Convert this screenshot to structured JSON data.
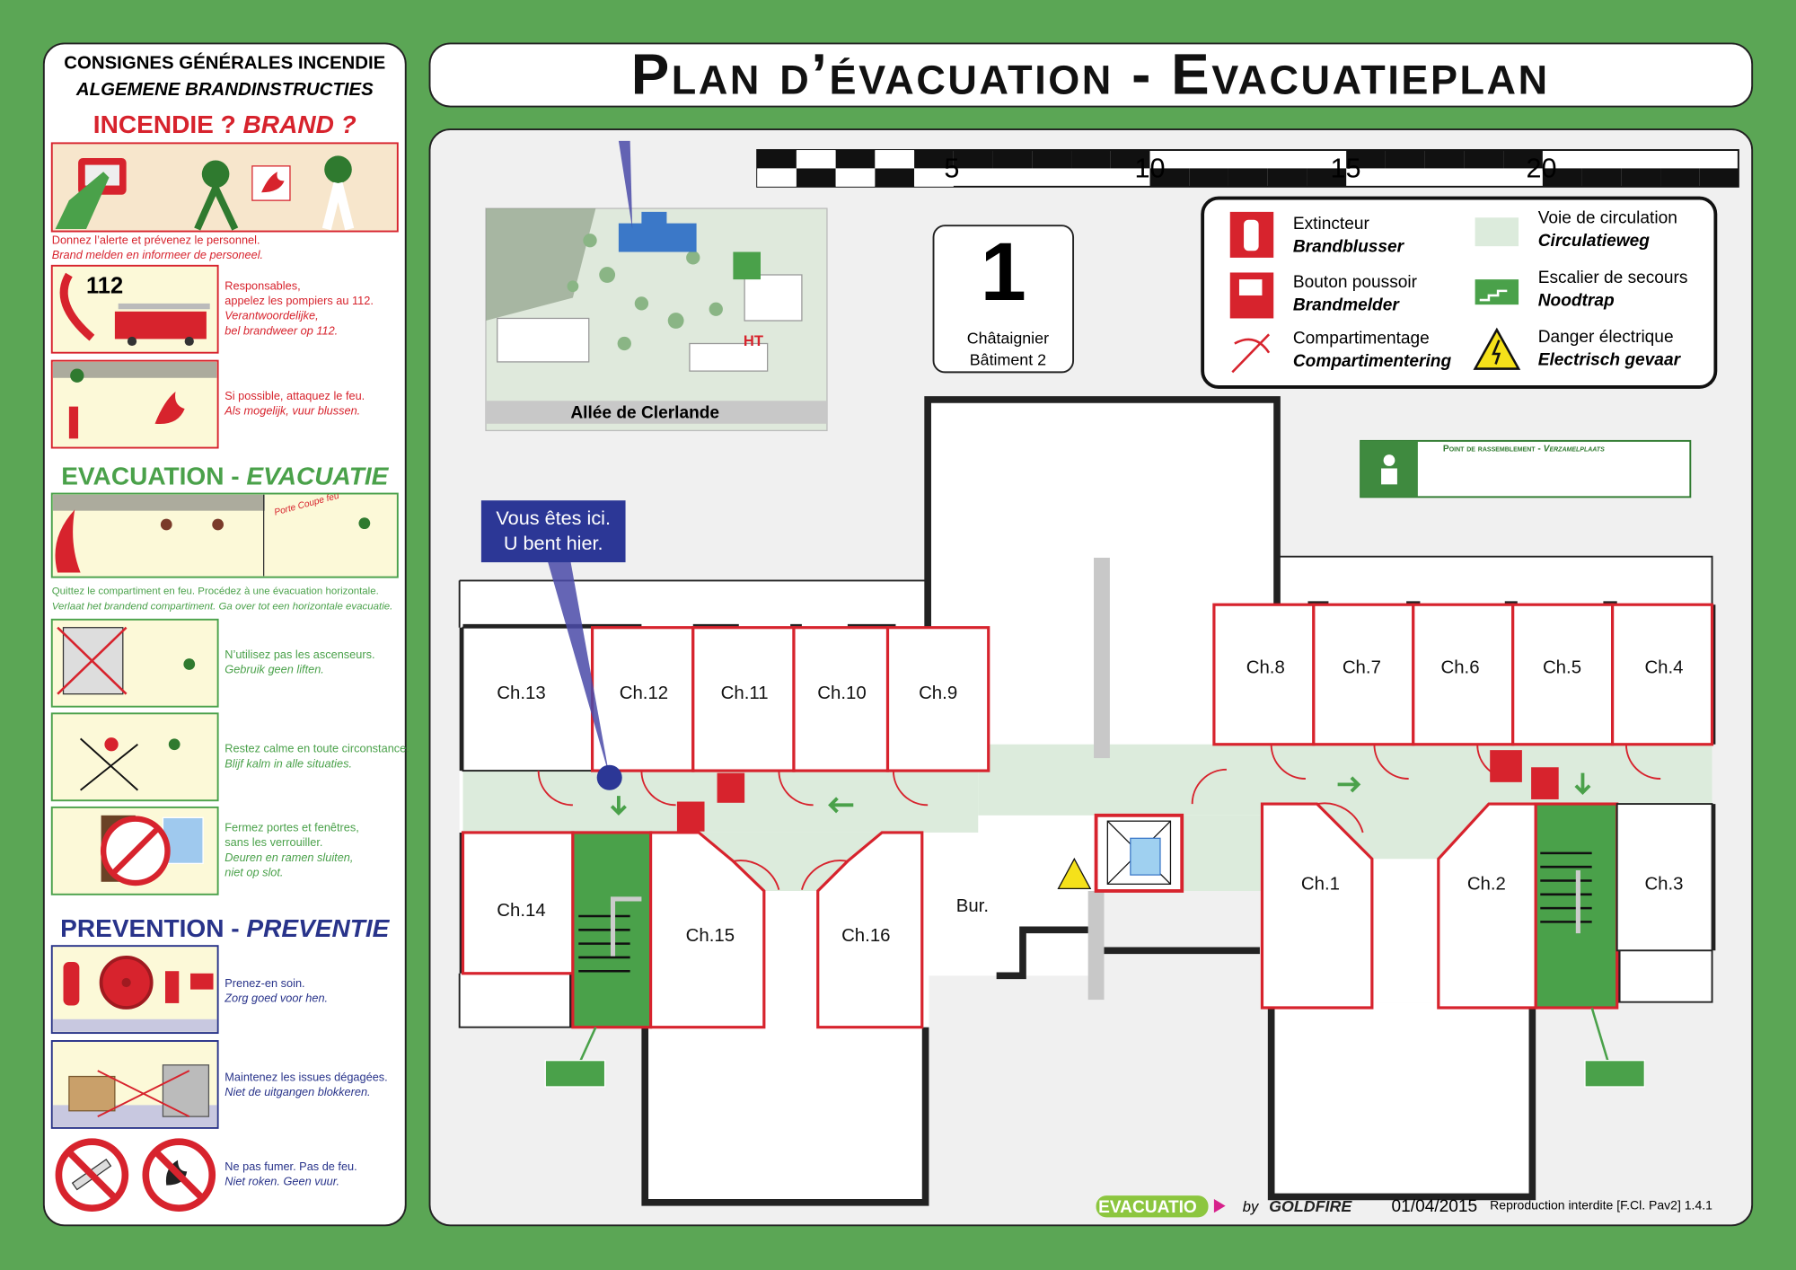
{
  "left_panel": {
    "heading_fr": "CONSIGNES GÉNÉRALES INCENDIE",
    "heading_nl": "ALGEMENE BRANDINSTRUCTIES",
    "fire": {
      "title_fr": "INCENDIE ?",
      "title_nl": "BRAND ?",
      "steps": [
        {
          "fr": "Donnez l’alerte et prévenez le personnel.",
          "nl": "Brand melden en informeer de personeel."
        },
        {
          "fr": "Responsables,",
          "fr2": "appelez les pompiers au 112.",
          "nl": "Verantwoordelijke,",
          "nl2": "bel brandweer op 112.",
          "number": "112"
        },
        {
          "fr": "Si possible, attaquez le feu.",
          "nl": "Als mogelijk, vuur blussen."
        }
      ]
    },
    "evacuation": {
      "title_fr": "EVACUATION -",
      "title_nl": "EVACUATIE",
      "door_label": "Porte Coupe feu",
      "steps": [
        {
          "fr": "Quittez le compartiment en feu. Procédez à une évacuation horizontale.",
          "nl": "Verlaat het brandend compartiment. Ga over tot een horizontale evacuatie."
        },
        {
          "fr": "N’utilisez pas les ascenseurs.",
          "nl": "Gebruik geen liften."
        },
        {
          "fr": "Restez calme en toute circonstance.",
          "nl": "Blijf kalm in alle situaties."
        },
        {
          "fr": "Fermez portes et fenêtres,",
          "fr2": "sans les verrouiller.",
          "nl": "Deuren en ramen sluiten,",
          "nl2": "niet op slot."
        }
      ]
    },
    "prevention": {
      "title_fr": "PREVENTION -",
      "title_nl": "PREVENTIE",
      "steps": [
        {
          "fr": "Prenez-en soin.",
          "nl": "Zorg goed voor hen."
        },
        {
          "fr": "Maintenez les issues dégagées.",
          "nl": "Niet de uitgangen blokkeren."
        },
        {
          "fr": "Ne pas fumer. Pas de feu.",
          "nl": "Niet roken. Geen vuur."
        }
      ]
    }
  },
  "title": "Plan d’évacuation - Evacuatieplan",
  "scale_bar": {
    "ticks": [
      "5",
      "10",
      "15",
      "20"
    ]
  },
  "site_map": {
    "street": "Allée de Clerlande",
    "ht_label": "HT"
  },
  "building": {
    "number": "1",
    "name": "Châtaignier",
    "sub": "Bâtiment 2"
  },
  "legend": [
    {
      "icon": "fire-extinguisher-icon",
      "fr": "Extincteur",
      "nl": "Brandblusser"
    },
    {
      "icon": "fire-alarm-button-icon",
      "fr": "Bouton poussoir",
      "nl": "Brandmelder"
    },
    {
      "icon": "fire-compartment-icon",
      "fr": "Compartimentage",
      "nl": "Compartimentering"
    },
    {
      "icon": "circulation-route-icon",
      "fr": "Voie de circulation",
      "nl": "Circulatieweg"
    },
    {
      "icon": "emergency-stair-icon",
      "fr": "Escalier de secours",
      "nl": "Noodtrap"
    },
    {
      "icon": "electrical-danger-icon",
      "fr": "Danger électrique",
      "nl": "Electrisch gevaar"
    }
  ],
  "assembly_point": {
    "fr": "Point de rassemblement -",
    "nl": "Verzamelplaats"
  },
  "you_are_here": {
    "fr": "Vous êtes ici.",
    "nl": "U bent hier."
  },
  "rooms": {
    "ch13": "Ch.13",
    "ch12": "Ch.12",
    "ch11": "Ch.11",
    "ch10": "Ch.10",
    "ch9": "Ch.9",
    "ch8": "Ch.8",
    "ch7": "Ch.7",
    "ch6": "Ch.6",
    "ch5": "Ch.5",
    "ch4": "Ch.4",
    "ch14": "Ch.14",
    "ch15": "Ch.15",
    "ch16": "Ch.16",
    "bur": "Bur.",
    "ch1": "Ch.1",
    "ch2": "Ch.2",
    "ch3": "Ch.3"
  },
  "footer": {
    "brand": "EVACUATIO",
    "by": "by",
    "maker": "GOLDFIRE",
    "date": "01/04/2015",
    "notice": "Reproduction interdite [F.Cl. Pav2] 1.4.1"
  },
  "colors": {
    "background_green": "#5ba655",
    "fire_red": "#d7232d",
    "evac_green": "#4aa14a",
    "prevention_blue": "#28338a",
    "corridor": "#dcebdc",
    "you_are_here": "#2c3796"
  }
}
